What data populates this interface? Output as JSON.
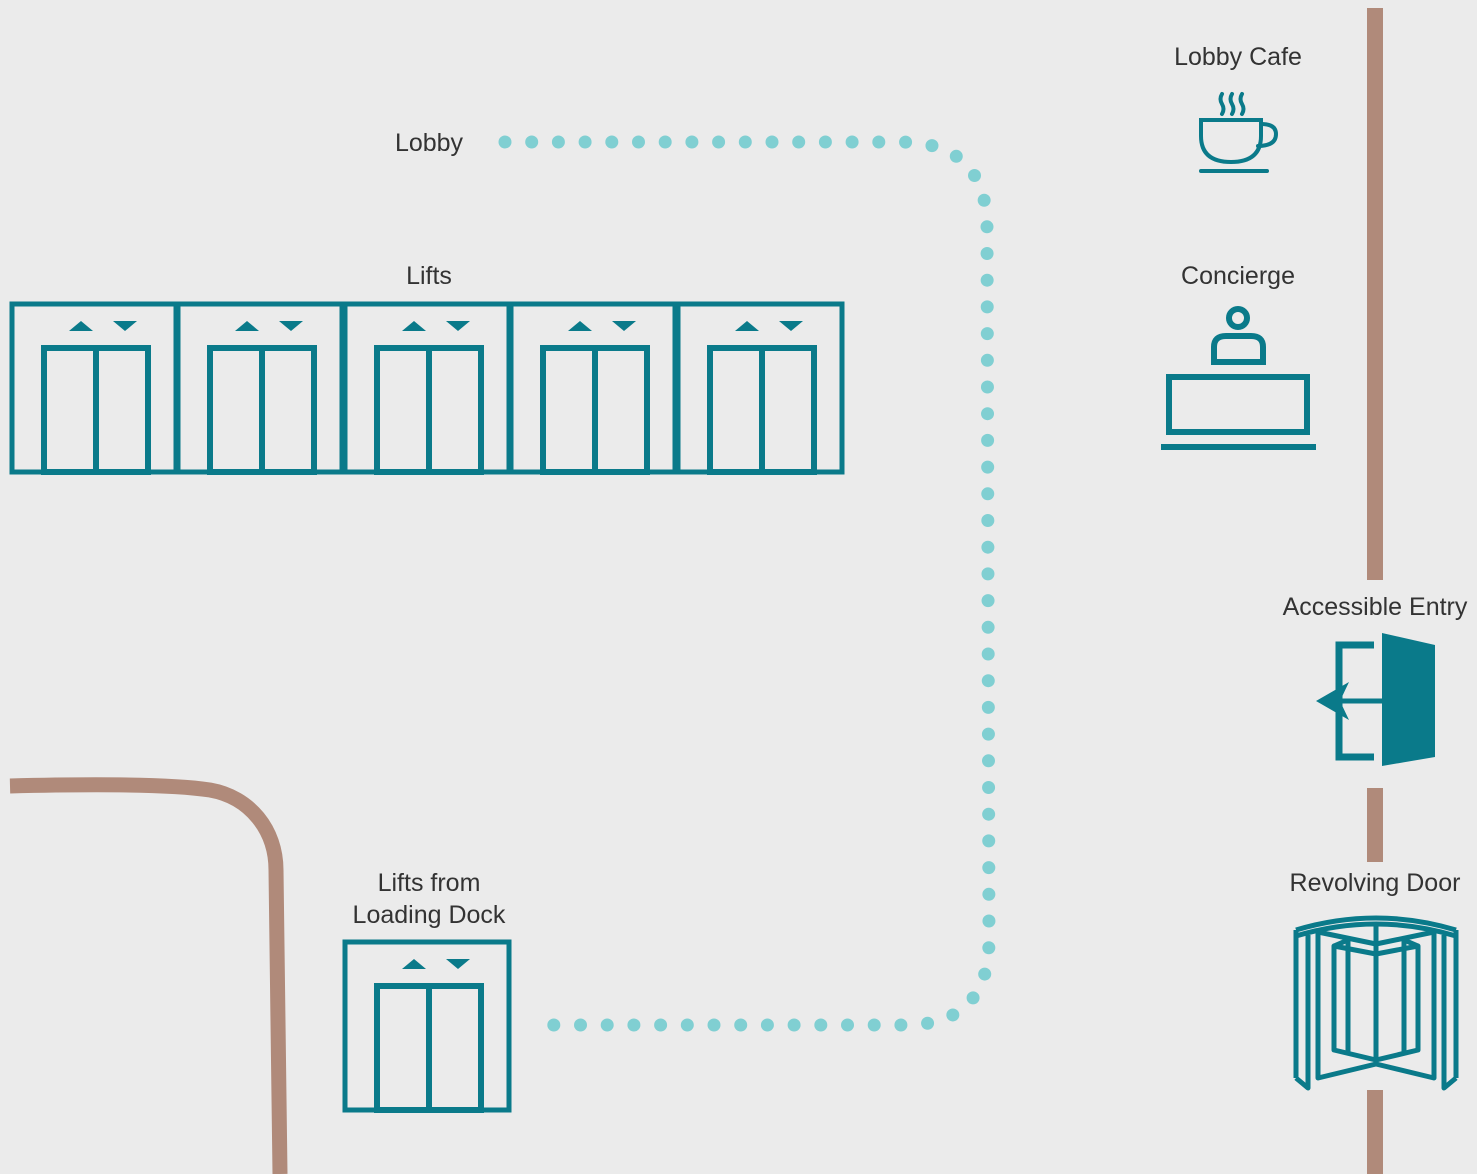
{
  "labels": {
    "lobby": "Lobby",
    "lifts": "Lifts",
    "lifts_loading_line1": "Lifts from",
    "lifts_loading_line2": "Loading Dock",
    "cafe": "Lobby Cafe",
    "concierge": "Concierge",
    "accessible_entry": "Accessible Entry",
    "revolving_door": "Revolving Door"
  },
  "colors": {
    "background": "#ebebeb",
    "teal": "#0a7a8a",
    "path_dots": "#80cfd2",
    "wall": "#b08a7a",
    "text": "#333333"
  },
  "icons": {
    "cafe": "coffee-cup-icon",
    "concierge": "concierge-desk-icon",
    "accessible_entry": "door-entry-icon",
    "revolving_door": "revolving-door-icon",
    "lift": "elevator-icon"
  },
  "lift_bank_count": 5
}
